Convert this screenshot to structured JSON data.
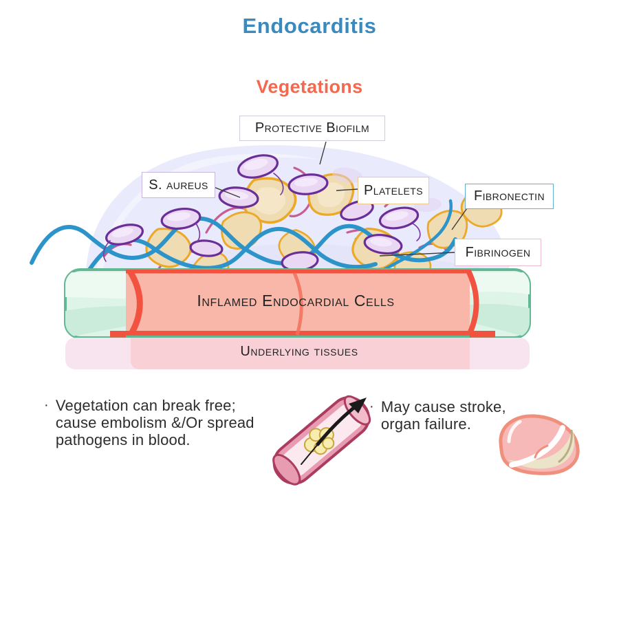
{
  "header": {
    "title": "Endocarditis",
    "subtitle": "Vegetations"
  },
  "diagram": {
    "labels": {
      "protective_biofilm": "Protective Biofilm",
      "s_aureus": "S. aureus",
      "platelets": "Platelets",
      "fibronectin": "Fibronectin",
      "fibrinogen": "Fibrinogen",
      "inflamed_endocardial_cells": "Inflamed Endocardial Cells",
      "underlying_tissues": "Underlying tissues"
    },
    "label_border_colors": {
      "protective_biofilm": "#cdced9",
      "s_aureus": "#c8b6dd",
      "platelets": "#ecca8c",
      "fibronectin": "#64aed2",
      "fibrinogen": "#e9bad0"
    },
    "colors": {
      "title": "#3b8abd",
      "subtitle": "#f4684e",
      "biofilm_dome": "#e9eafc",
      "bacteria_outline": "#6a2e96",
      "bacteria_fill": "#ead7f3",
      "platelet_fill": "#f0dcb2",
      "platelet_outline": "#eba929",
      "fibronectin_strand": "#2c94c9",
      "fibrinogen_strand": "#c75e93",
      "matrix_strand": "#4f9f8c",
      "tube_fill": "#def4e8",
      "tube_outline": "#62b795",
      "inflamed_fill": "#f8b7a8",
      "inflamed_outline": "#f15340",
      "tissue_inner": "#f8d0d6",
      "tissue_outer": "#f8e4ee",
      "vessel_outline": "#ab3c60",
      "vessel_wall": "#e89cb1",
      "vessel_lumen": "#fbe9ef",
      "embolus_fill": "#f7edaf",
      "organ_pink": "#f6b9b7",
      "organ_cream": "#ece4c8"
    },
    "illustrations": {
      "dome": "vegetation-biofilm-dome",
      "bacteria": "s-aureus-bacteria",
      "platelets": "platelet-clumps",
      "fibronectin": "fibronectin-strands",
      "fibrinogen": "fibrinogen-strands",
      "endocardium": "inflamed-endocardium-tube",
      "tissues": "underlying-tissues-band",
      "vessel": "blood-vessel-with-embolus",
      "arrow": "embolus-escape-arrow",
      "organ": "organ-bean"
    }
  },
  "notes": {
    "bullet_char": "·",
    "bullet1": "Vegetation can break free;\ncause embolism &/Or spread\npathogens in blood.",
    "bullet2": "May cause stroke,\norgan failure."
  }
}
